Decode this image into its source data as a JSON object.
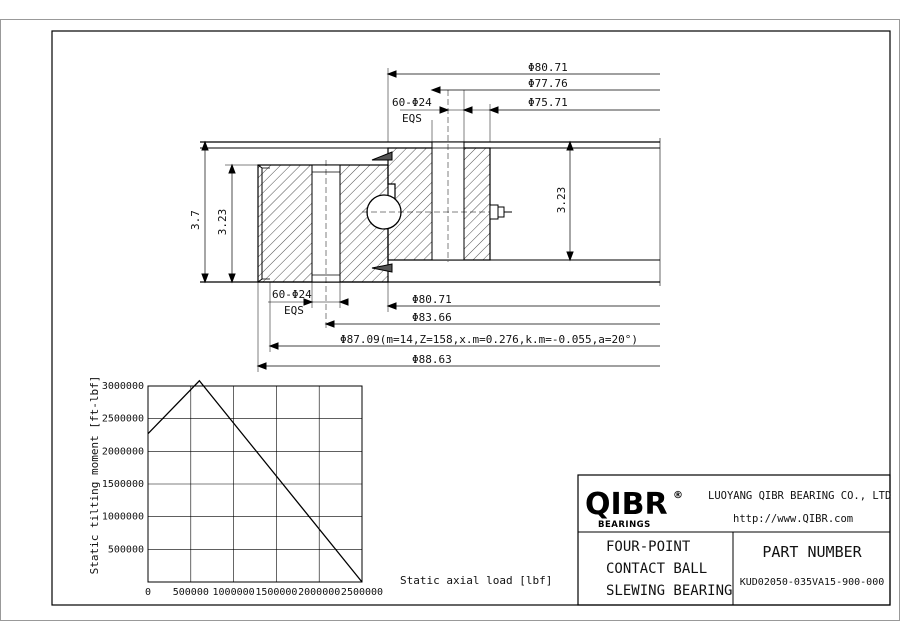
{
  "drawing": {
    "dims_top": [
      {
        "label": "Φ80.71"
      },
      {
        "label": "Φ77.76"
      },
      {
        "label": "Φ75.71"
      }
    ],
    "holes_top": {
      "label": "60-Φ24",
      "eqs": "EQS"
    },
    "dims_bottom": [
      {
        "label": "Φ80.71"
      },
      {
        "label": "Φ83.66"
      },
      {
        "label": "Φ87.09(m=14,Z=158,x.m=0.276,k.m=-0.055,a=20°)"
      },
      {
        "label": "Φ88.63"
      }
    ],
    "holes_bottom": {
      "label": "60-Φ24",
      "eqs": "EQS"
    },
    "height_outer": "3.7",
    "height_ring": "3.23",
    "height_right": "3.23"
  },
  "chart_data": {
    "type": "line",
    "title": "",
    "xlabel": "Static axial load [lbf]",
    "ylabel": "Static tilting moment [ft-lbf]",
    "x_ticks": [
      "0",
      "500000",
      "1000000",
      "1500000",
      "2000000",
      "2500000"
    ],
    "y_ticks": [
      "500000",
      "1000000",
      "1500000",
      "2000000",
      "2500000",
      "3000000"
    ],
    "xlim": [
      0,
      2500000
    ],
    "ylim": [
      0,
      3000000
    ],
    "grid": true,
    "series": [
      {
        "x": [
          0,
          600000,
          2500000
        ],
        "y": [
          2270000,
          3080000,
          0
        ]
      }
    ]
  },
  "title_block": {
    "logo_text": "QIBR",
    "logo_sub": "BEARINGS",
    "logo_reg": "®",
    "company": "LUOYANG QIBR BEARING CO., LTD",
    "url": "http://www.QIBR.com",
    "desc_lines": [
      "FOUR-POINT",
      "CONTACT BALL",
      "SLEWING BEARING"
    ],
    "part_header": "PART NUMBER",
    "part_number": "KUD02050-035VA15-900-000"
  }
}
